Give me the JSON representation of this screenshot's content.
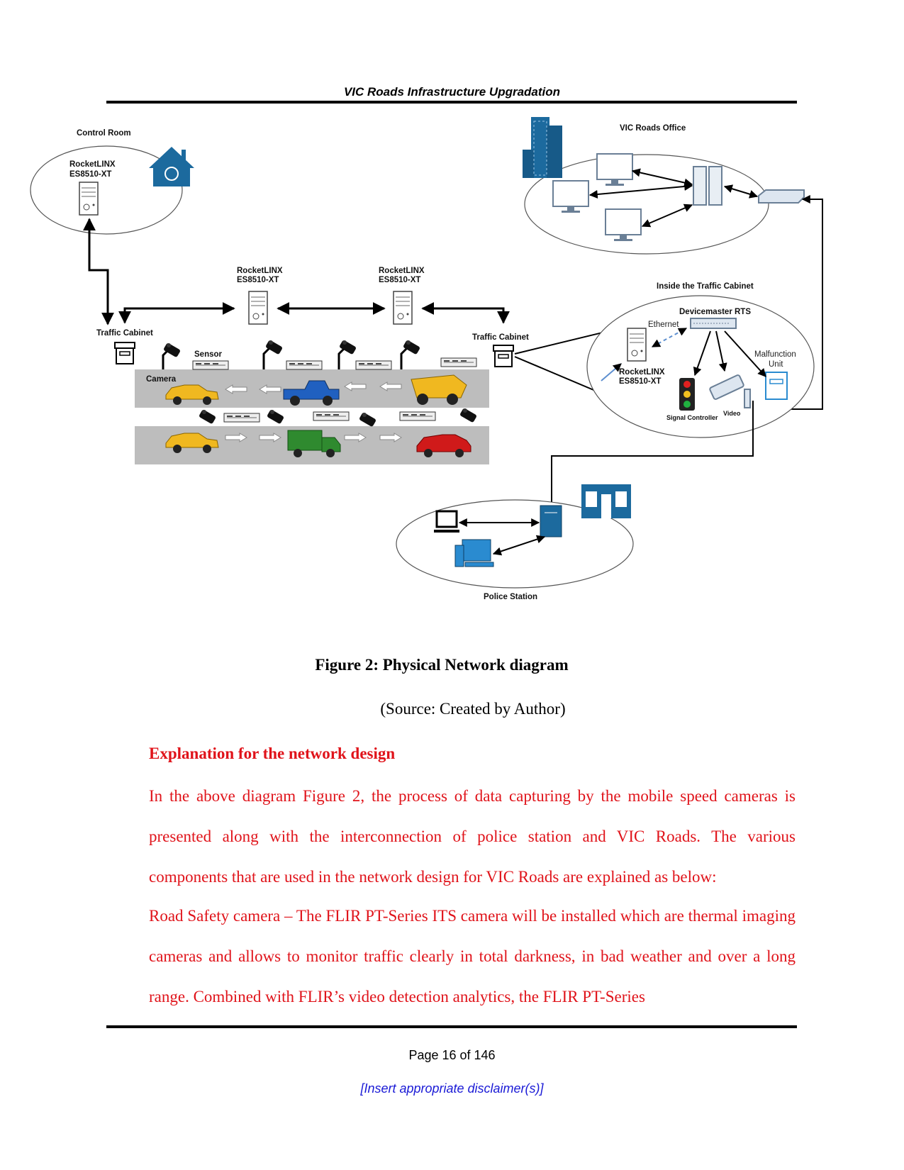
{
  "header": {
    "title": "VIC Roads Infrastructure Upgradation"
  },
  "diagram": {
    "control_room": "Control Room",
    "rocketlinx_l1": "RocketLINX",
    "rocketlinx_l2": "ES8510-XT",
    "vic_office": "VIC Roads  Office",
    "inside_cabinet": "Inside the Traffic Cabinet",
    "devicemaster": "Devicemaster RTS",
    "ethernet": "Ethernet",
    "malfunction_l1": "Malfunction",
    "malfunction_l2": "Unit",
    "signal_controller": "Signal Controller",
    "video": "Video",
    "traffic_cabinet": "Traffic Cabinet",
    "sensor": "Sensor",
    "camera": "Camera",
    "police_station": "Police Station"
  },
  "figure": {
    "caption": "Figure 2: Physical Network diagram",
    "source": "(Source: Created by Author)"
  },
  "body": {
    "heading": "Explanation for the network design",
    "para1": "In the above diagram Figure 2, the process of data capturing by the mobile speed cameras is presented along with the interconnection of police station and VIC Roads. The various components that are used in the network design for VIC Roads are explained as below:",
    "para2": "Road Safety camera – The FLIR PT-Series ITS camera will be installed which are thermal imaging cameras and allows to monitor traffic clearly in total darkness, in bad weather and over a long range. Combined with FLIR’s video detection analytics, the FLIR PT-Series"
  },
  "footer": {
    "page": "Page 16 of 146",
    "disclaimer": "[Insert appropriate disclaimer(s)]"
  },
  "colors": {
    "body_text": "#e0131a",
    "disclaimer": "#1a1ad6",
    "icon_blue": "#1c6a9e",
    "road": "#bdbdbd"
  }
}
